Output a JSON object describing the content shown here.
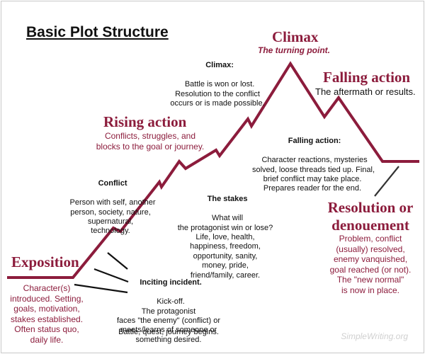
{
  "title": "Basic Plot Structure",
  "colors": {
    "curve": "#8c1c3c",
    "heading": "#8c1c3c",
    "pointer": "#111111"
  },
  "climax": {
    "heading": "Climax",
    "subheading": "The turning point.",
    "note_title": "Climax:",
    "note_text": "Battle is won or lost.\nResolution to the conflict\noccurs or is made possible."
  },
  "rising_action": {
    "heading": "Rising action",
    "subheading": "Conflicts, struggles, and\nblocks to the goal or journey."
  },
  "falling_action": {
    "heading": "Falling action",
    "subheading": "The aftermath or results.",
    "note_title": "Falling action:",
    "note_text": "Character reactions, mysteries\nsolved, loose threads tied up. Final,\nbrief conflict may take place.\nPrepares reader for the end."
  },
  "conflict": {
    "title": "Conflict",
    "text": "Person with self, another\nperson, society, nature,\nsupernatural,\ntechnology."
  },
  "stakes": {
    "title": "The stakes",
    "text": "What will\nthe protagonist win or lose?\nLife, love, health,\nhappiness, freedom,\nopportunity, sanity,\nmoney, pride,\nfriend/family, career."
  },
  "resolution": {
    "heading": "Resolution or\ndenouement",
    "text": "Problem, conflict\n(usually) resolved,\nenemy vanquished,\ngoal reached (or not).\nThe \"new normal\"\nis now in place."
  },
  "exposition": {
    "heading": "Exposition",
    "text": "Character(s)\nintroduced. Setting,\ngoals, motivation,\nstakes established.\nOften status quo,\ndaily life."
  },
  "inciting": {
    "title": "Inciting incident.",
    "text": "Kick-off.\nThe protagonist\nfaces \"the enemy\" (conflict) or\nmeets/learns of someone or\nsomething desired.",
    "footer": "Battle, quest, journey begins."
  },
  "watermark": "SimpleWriting.org"
}
